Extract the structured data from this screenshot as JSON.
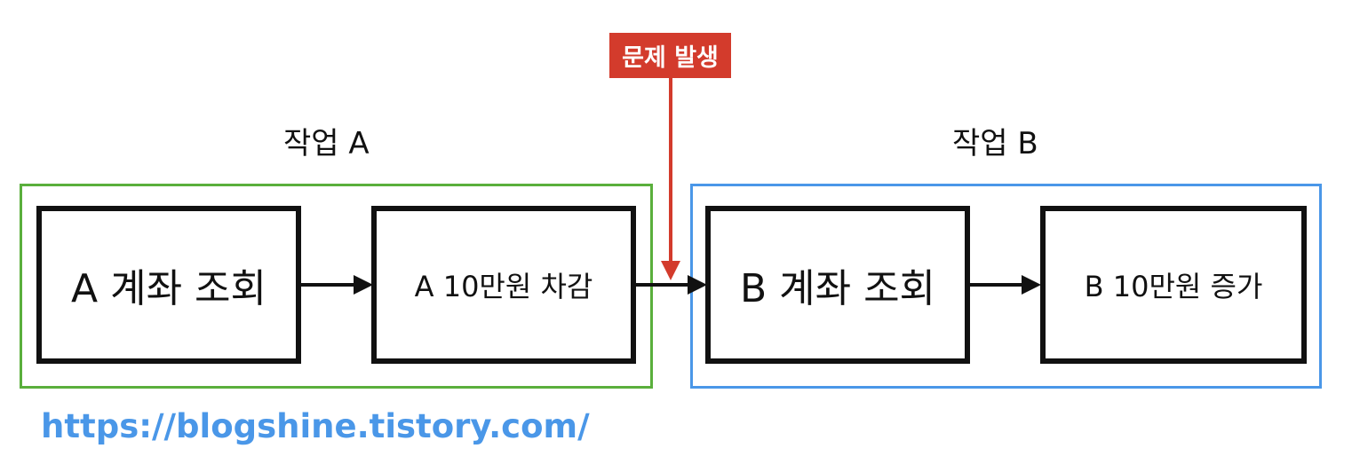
{
  "problem_badge": "문제 발생",
  "groups": {
    "a": {
      "title": "작업 A",
      "border_color": "#5aaf3c"
    },
    "b": {
      "title": "작업 B",
      "border_color": "#4a97e8"
    }
  },
  "steps": [
    {
      "label": "A 계좌 조회"
    },
    {
      "label": "A 10만원 차감"
    },
    {
      "label": "B 계좌 조회"
    },
    {
      "label": "B 10만원 증가"
    }
  ],
  "footer": {
    "url": "https://blogshine.tistory.com/"
  },
  "colors": {
    "problem": "#d33b2c",
    "arrow": "#111111",
    "link": "#4a97e8"
  }
}
